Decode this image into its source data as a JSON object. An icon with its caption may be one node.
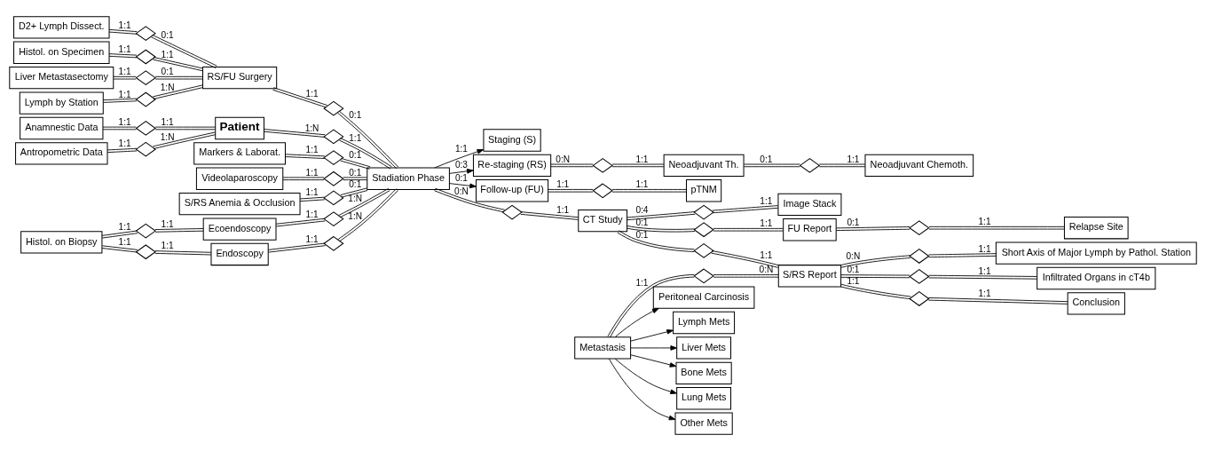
{
  "diagram": {
    "nodes": [
      {
        "text": [
          "Anamnestic Data"
        ]
      },
      {
        "text": [],
        "shape": "diamond"
      },
      {
        "text": [
          "Antropometric Data"
        ]
      },
      {
        "text": [],
        "shape": "diamond"
      },
      {
        "text": [
          "Patient"
        ]
      },
      {
        "text": [],
        "shape": "diamond"
      },
      {
        "text": [
          "Stadiation Phase"
        ]
      },
      {
        "text": [
          "Staging (S)"
        ]
      },
      {
        "text": [
          "Re-staging (RS)"
        ]
      },
      {
        "text": [],
        "shape": "diamond"
      },
      {
        "text": [
          "Neoadjuvant Th."
        ]
      },
      {
        "text": [],
        "shape": "diamond"
      },
      {
        "text": [
          "Follow-up (FU)"
        ]
      },
      {
        "text": [],
        "shape": "diamond"
      },
      {
        "text": [
          "pTNM"
        ]
      },
      {
        "text": [
          "Neoadjuvant Chemoth."
        ]
      },
      {
        "text": [
          "D2+ Lymph Dissect."
        ]
      },
      {
        "text": [],
        "shape": "diamond"
      },
      {
        "text": [
          "RS/FU Surgery"
        ]
      },
      {
        "text": [],
        "shape": "diamond"
      },
      {
        "text": [],
        "shape": "diamond"
      },
      {
        "text": [
          "Histol. on Specimen"
        ]
      },
      {
        "text": [],
        "shape": "diamond"
      },
      {
        "text": [
          "Markers & Laborat."
        ]
      },
      {
        "text": [],
        "shape": "diamond"
      },
      {
        "text": [
          "Liver Metastasectomy"
        ]
      },
      {
        "text": [],
        "shape": "diamond"
      },
      {
        "text": [
          "CT Study"
        ]
      },
      {
        "text": [],
        "shape": "diamond"
      },
      {
        "text": [
          "Image Stack"
        ]
      },
      {
        "text": [
          "Lymph by Station"
        ]
      },
      {
        "text": [],
        "shape": "diamond"
      },
      {
        "text": [
          "Videolaparoscopy"
        ]
      },
      {
        "text": [],
        "shape": "diamond"
      },
      {
        "text": [],
        "shape": "diamond"
      },
      {
        "text": [
          "FU Report"
        ]
      },
      {
        "text": [],
        "shape": "diamond"
      },
      {
        "text": [
          "Relapse Site"
        ]
      },
      {
        "text": [
          "S/RS Anemia & Occlusion"
        ]
      },
      {
        "text": [],
        "shape": "diamond"
      },
      {
        "text": [
          "Histol. on Biopsy"
        ]
      },
      {
        "text": [],
        "shape": "diamond"
      },
      {
        "text": [
          "Ecoendoscopy"
        ]
      },
      {
        "text": [],
        "shape": "diamond"
      },
      {
        "text": [],
        "shape": "diamond"
      },
      {
        "text": [
          "S/RS Report"
        ]
      },
      {
        "text": [],
        "shape": "diamond"
      },
      {
        "text": [
          "Conclusion"
        ]
      },
      {
        "text": [],
        "shape": "diamond"
      },
      {
        "text": [
          "Endoscopy"
        ]
      },
      {
        "text": [],
        "shape": "diamond"
      },
      {
        "text": [
          "Other Mets"
        ]
      },
      {
        "text": [
          "Metastasis"
        ]
      },
      {
        "text": [],
        "shape": "diamond"
      },
      {
        "text": [],
        "shape": "diamond"
      },
      {
        "text": [],
        "shape": "diamond"
      },
      {
        "text": [
          "Infiltrated Organs in cT4b"
        ]
      },
      {
        "text": [
          "Short Axis of Major Lymph by Pathol. Station"
        ]
      },
      {
        "text": [
          "Peritoneal Carcinosis"
        ]
      },
      {
        "text": [
          "Lymph Mets"
        ]
      },
      {
        "text": [
          "Liver Mets"
        ]
      },
      {
        "text": [
          "Bone Mets"
        ]
      },
      {
        "text": [
          "Lung Mets"
        ]
      }
    ],
    "edges": [
      {
        "from": 0,
        "to": 1,
        "arrow": "none",
        "label": "1:1"
      },
      {
        "from": 1,
        "to": 4,
        "arrow": "none",
        "label": "1:1"
      },
      {
        "from": 2,
        "to": 3,
        "arrow": "none",
        "label": "1:1"
      },
      {
        "from": 3,
        "to": 4,
        "arrow": "none",
        "label": "1:N"
      },
      {
        "from": 4,
        "to": 5,
        "arrow": "none",
        "label": "1:N"
      },
      {
        "from": 5,
        "to": 6,
        "arrow": "none",
        "label": "1:1"
      },
      {
        "from": 6,
        "to": 7,
        "arrow": "to",
        "label": "1:1"
      },
      {
        "from": 6,
        "to": 8,
        "arrow": "to",
        "label": "0:3"
      },
      {
        "from": 6,
        "to": 12,
        "arrow": "to",
        "label": "0:1"
      },
      {
        "from": 8,
        "to": 9,
        "arrow": "none",
        "label": "0:N"
      },
      {
        "from": 9,
        "to": 10,
        "arrow": "none",
        "label": "1:1"
      },
      {
        "from": 10,
        "to": 11,
        "arrow": "none",
        "label": "0:1"
      },
      {
        "from": 11,
        "to": 15,
        "arrow": "none",
        "label": "1:1"
      },
      {
        "from": 12,
        "to": 13,
        "arrow": "none",
        "label": "1:1"
      },
      {
        "from": 13,
        "to": 14,
        "arrow": "none",
        "label": "1:1"
      },
      {
        "from": 16,
        "to": 17,
        "arrow": "none",
        "label": "1:1"
      },
      {
        "from": 17,
        "to": 18,
        "arrow": "none",
        "label": "0:1"
      },
      {
        "from": 21,
        "to": 22,
        "arrow": "none",
        "label": "1:1"
      },
      {
        "from": 22,
        "to": 18,
        "arrow": "none",
        "label": "1:1"
      },
      {
        "from": 25,
        "to": 26,
        "arrow": "none",
        "label": "1:1"
      },
      {
        "from": 26,
        "to": 18,
        "arrow": "none",
        "label": "0:1"
      },
      {
        "from": 30,
        "to": 31,
        "arrow": "none",
        "label": "1:1"
      },
      {
        "from": 31,
        "to": 18,
        "arrow": "none",
        "label": "1:N"
      },
      {
        "from": 18,
        "to": 19,
        "arrow": "none",
        "label": "1:1"
      },
      {
        "from": 19,
        "to": 6,
        "arrow": "none",
        "label": "0:1"
      },
      {
        "from": 6,
        "to": 20,
        "arrow": "none",
        "label": "0:N"
      },
      {
        "from": 20,
        "to": 27,
        "arrow": "none",
        "label": "1:1"
      },
      {
        "from": 23,
        "to": 24,
        "arrow": "none",
        "label": "1:1"
      },
      {
        "from": 24,
        "to": 6,
        "arrow": "none",
        "label": "0:1"
      },
      {
        "from": 32,
        "to": 33,
        "arrow": "none",
        "label": "1:1"
      },
      {
        "from": 33,
        "to": 6,
        "arrow": "none",
        "label": "0:1"
      },
      {
        "from": 38,
        "to": 39,
        "arrow": "none",
        "label": "1:1"
      },
      {
        "from": 39,
        "to": 6,
        "arrow": "none",
        "label": "0:1"
      },
      {
        "from": 27,
        "to": 28,
        "arrow": "none",
        "label": "0:4"
      },
      {
        "from": 28,
        "to": 29,
        "arrow": "none",
        "label": "1:1"
      },
      {
        "from": 27,
        "to": 34,
        "arrow": "none",
        "label": "0:1"
      },
      {
        "from": 34,
        "to": 35,
        "arrow": "none",
        "label": "1:1"
      },
      {
        "from": 35,
        "to": 36,
        "arrow": "none",
        "label": "0:1"
      },
      {
        "from": 36,
        "to": 37,
        "arrow": "none",
        "label": "1:1"
      },
      {
        "from": 40,
        "to": 41,
        "arrow": "none",
        "label": "1:1"
      },
      {
        "from": 41,
        "to": 42,
        "arrow": "none",
        "label": "1:1"
      },
      {
        "from": 42,
        "to": 43,
        "arrow": "none",
        "label": "1:1"
      },
      {
        "from": 43,
        "to": 6,
        "arrow": "none",
        "label": "1:N"
      },
      {
        "from": 27,
        "to": 44,
        "arrow": "none",
        "label": "0:1"
      },
      {
        "from": 44,
        "to": 45,
        "arrow": "none",
        "label": "1:1"
      },
      {
        "from": 45,
        "to": 46,
        "arrow": "none",
        "label": "1:1"
      },
      {
        "from": 46,
        "to": 47,
        "arrow": "none",
        "label": "1:1"
      },
      {
        "from": 40,
        "to": 48,
        "arrow": "none",
        "label": "1:1"
      },
      {
        "from": 48,
        "to": 49,
        "arrow": "none",
        "label": "1:1"
      },
      {
        "from": 49,
        "to": 50,
        "arrow": "none",
        "label": "1:1"
      },
      {
        "from": 50,
        "to": 6,
        "arrow": "none",
        "label": "1:N"
      },
      {
        "from": 52,
        "to": 51,
        "arrow": "to"
      },
      {
        "from": 52,
        "to": 53,
        "arrow": "none",
        "label": "1:1"
      },
      {
        "from": 53,
        "to": 45,
        "arrow": "none",
        "label": "0:N"
      },
      {
        "from": 45,
        "to": 54,
        "arrow": "none",
        "label": "0:N"
      },
      {
        "from": 54,
        "to": 57,
        "arrow": "none",
        "label": "1:1"
      },
      {
        "from": 45,
        "to": 55,
        "arrow": "none",
        "label": "0:1"
      },
      {
        "from": 55,
        "to": 56,
        "arrow": "none",
        "label": "1:1"
      },
      {
        "from": 52,
        "to": 58,
        "arrow": "to"
      },
      {
        "from": 52,
        "to": 59,
        "arrow": "to"
      },
      {
        "from": 52,
        "to": 60,
        "arrow": "to"
      },
      {
        "from": 52,
        "to": 61,
        "arrow": "to"
      },
      {
        "from": 52,
        "to": 62,
        "arrow": "to"
      }
    ]
  }
}
